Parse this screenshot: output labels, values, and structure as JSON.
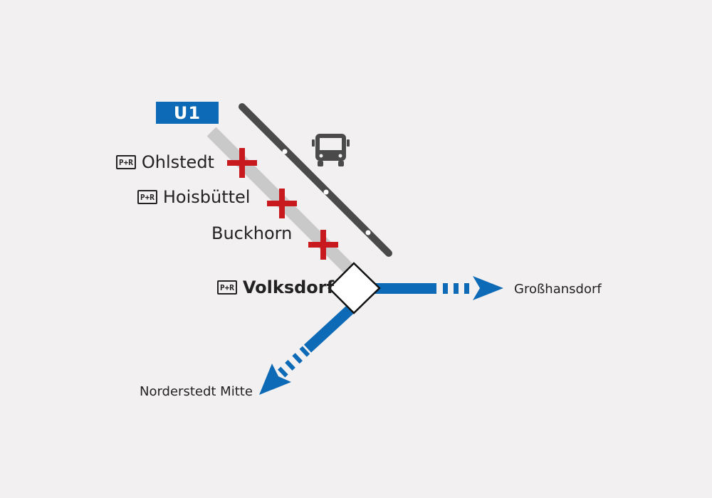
{
  "line": {
    "label": "U1",
    "color": "#0d6ab6"
  },
  "pr_icon": "P+R",
  "stations": [
    {
      "name": "Ohlstedt",
      "park_and_ride": true,
      "closed": true
    },
    {
      "name": "Hoisbüttel",
      "park_and_ride": true,
      "closed": true
    },
    {
      "name": "Buckhorn",
      "park_and_ride": false,
      "closed": true
    },
    {
      "name": "Volksdorf",
      "park_and_ride": true,
      "closed": false,
      "interchange": true
    }
  ],
  "destinations": {
    "east": "Großhansdorf",
    "southwest": "Norderstedt Mitte"
  },
  "colors": {
    "closed_cross": "#c8191f",
    "closed_track": "#c9c9c9",
    "bus_route": "#4a4a4a",
    "active_line": "#0d6ab6",
    "background": "#f2f0f1"
  },
  "icons": [
    "bus-icon",
    "closed-cross-icon",
    "park-and-ride-icon",
    "arrow-right-icon",
    "arrow-down-left-icon"
  ]
}
